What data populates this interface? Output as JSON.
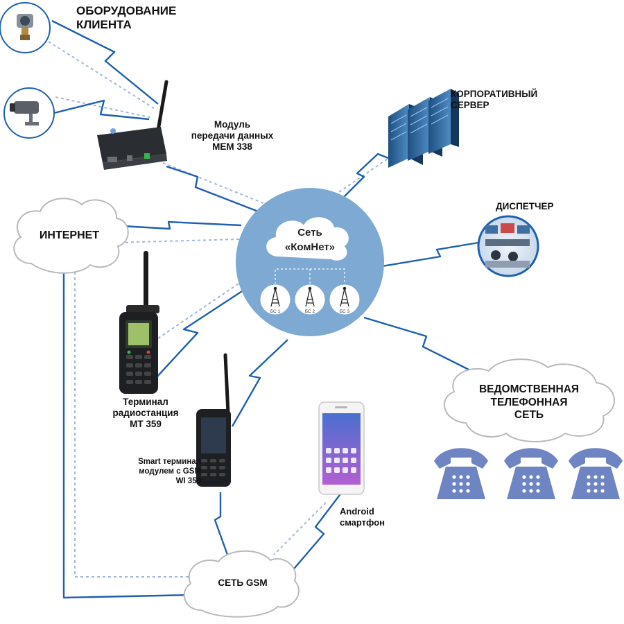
{
  "labels": {
    "client_equipment": [
      "ОБОРУДОВАНИЕ",
      "КЛИЕНТА"
    ],
    "corporate_server": [
      "КОРПОРАТИВНЫЙ",
      "СЕРВЕР"
    ],
    "data_module": [
      "Модуль",
      "передачи данных",
      "МЕМ 338"
    ],
    "internet": "ИНТЕРНЕТ",
    "dispatcher": "ДИСПЕТЧЕР",
    "network_center": [
      "Сеть",
      "«КомНет»"
    ],
    "base_stations": [
      "БС 1",
      "БС 2",
      "БС 3"
    ],
    "radio_terminal": [
      "Терминал",
      "радиостанция",
      "МТ 359"
    ],
    "smart_terminal": [
      "Smart терминал",
      "модулем с GSM",
      "WI 359"
    ],
    "android": [
      "Android",
      "смартфон"
    ],
    "departmental_phone": [
      "ВЕДОМСТВЕННАЯ",
      "ТЕЛЕФОННАЯ",
      "СЕТЬ"
    ],
    "gsm": "СЕТЬ GSM"
  },
  "colors": {
    "network_circle": "#7ea9d3",
    "link_line": "#1e5fb0",
    "dashed_link": "#9fb8d6",
    "phone_icon": "#6f84c2",
    "server": "#2f6fa8",
    "cloud_fill": "#ffffff",
    "cloud_stroke": "#b9b9b9"
  },
  "icons": [
    "pressure-sensor-icon",
    "camera-icon",
    "data-module-device",
    "server-rack-icon",
    "dispatcher-photo",
    "radio-tower-icon",
    "radio-terminal-device",
    "smart-terminal-device",
    "smartphone-device",
    "telephone-icon"
  ]
}
